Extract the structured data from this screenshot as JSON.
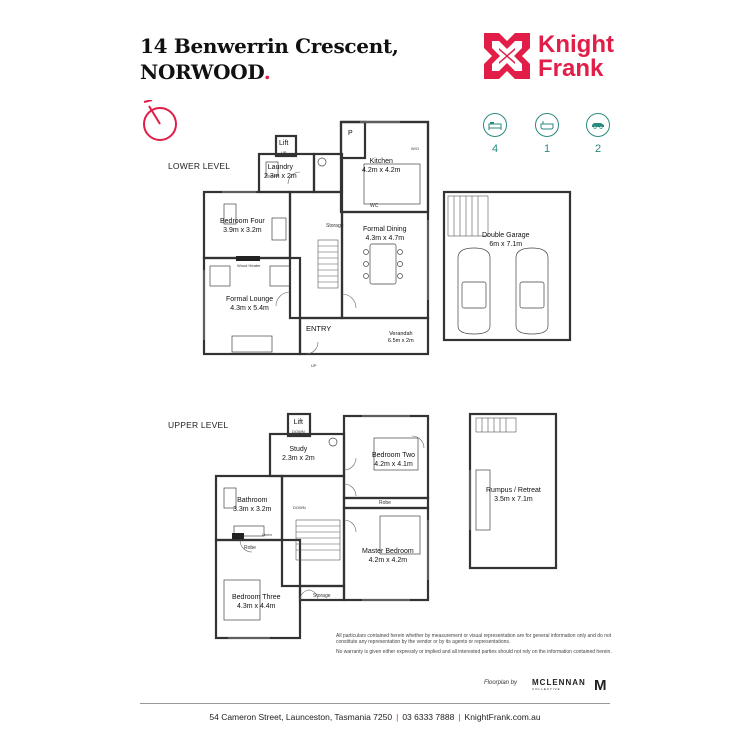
{
  "header": {
    "address_line1": "14 Benwerrin Crescent,",
    "address_line2": "NORWOOD",
    "address_dot": "."
  },
  "brand": {
    "name_line1": "Knight",
    "name_line2": "Frank",
    "color": "#e11d48"
  },
  "features": [
    {
      "icon": "bed-icon",
      "count": "4"
    },
    {
      "icon": "bath-icon",
      "count": "1"
    },
    {
      "icon": "car-icon",
      "count": "2"
    }
  ],
  "accent_color": "#2a8a80",
  "lower": {
    "heading": "LOWER LEVEL",
    "lift": "Lift",
    "lift_tag": "UP",
    "laundry": {
      "name": "Laundry",
      "dims": "2.3m x 2m"
    },
    "kitchen": {
      "name": "Kitchen",
      "dims": "4.2m x 4.2m"
    },
    "pantry": "P",
    "wo": "W/O",
    "wc": "WC",
    "bedroom4": {
      "name": "Bedroom Four",
      "dims": "3.9m x 3.2m"
    },
    "wood_heater": "Wood Heater",
    "storage": "Storage",
    "dining": {
      "name": "Formal Dining",
      "dims": "4.3m x 4.7m"
    },
    "lounge": {
      "name": "Formal Lounge",
      "dims": "4.3m x 5.4m"
    },
    "entry": "ENTRY",
    "verandah": {
      "name": "Verandah",
      "dims": "6.5m x 2m"
    },
    "up": "UP",
    "garage": {
      "name": "Double Garage",
      "dims": "6m x 7.1m"
    }
  },
  "upper": {
    "heading": "UPPER LEVEL",
    "lift": "Lift",
    "lift_tag": "DOWN",
    "study": {
      "name": "Study",
      "dims": "2.3m x 2m"
    },
    "bedroom2": {
      "name": "Bedroom Two",
      "dims": "4.2m x 4.1m"
    },
    "robe": "Robe",
    "bathroom": {
      "name": "Bathroom",
      "dims": "3.3m x 3.2m"
    },
    "linen": "Linen",
    "master": {
      "name": "Master Bedroom",
      "dims": "4.2m x 4.2m"
    },
    "bedroom3": {
      "name": "Bedroom Three",
      "dims": "4.3m x 4.4m"
    },
    "storage": "Storage",
    "down": "DOWN",
    "rumpus": {
      "name": "Rumpus / Retreat",
      "dims": "3.5m x 7.1m"
    }
  },
  "disclaimer": {
    "p1": "All particulars contained herein whether by measurement or visual representation are for general information only and do not constitute any representation by the vendor or by its agents or representations.",
    "p2": "No warranty is given either expressly or implied and all interested parties should not rely on the information contained herein."
  },
  "credit": {
    "label": "Floorplan by",
    "company": "MCLENNAN",
    "company_sub": "COLLECTIVE",
    "mark": "M"
  },
  "footer": {
    "address": "54 Cameron Street, Launceston, Tasmania 7250",
    "phone": "03 6333 7888",
    "web": "KnightFrank.com.au",
    "separator": "|"
  }
}
